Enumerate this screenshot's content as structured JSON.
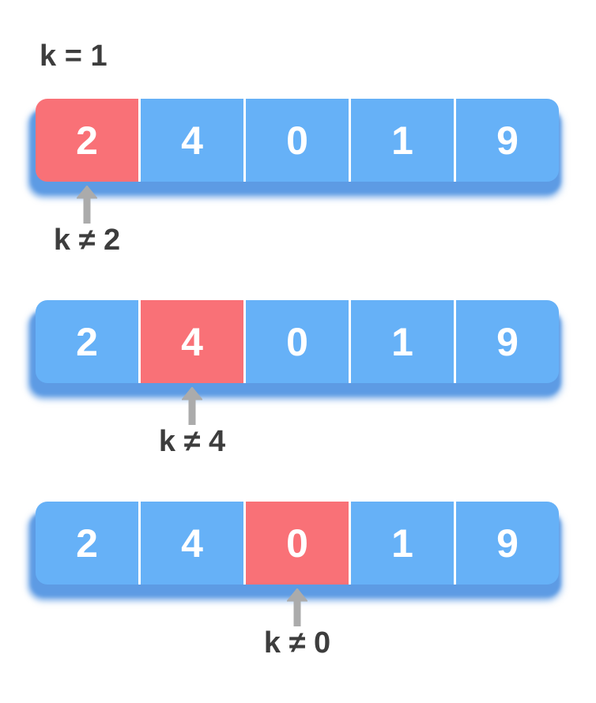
{
  "k_label": "k = 1",
  "array_values": [
    "2",
    "4",
    "0",
    "1",
    "9"
  ],
  "steps": [
    {
      "highlight_index": 0,
      "caption": "k ≠ 2"
    },
    {
      "highlight_index": 1,
      "caption": "k ≠ 4"
    },
    {
      "highlight_index": 2,
      "caption": "k ≠ 0"
    }
  ],
  "colors": {
    "cell_blue": "#66b1f7",
    "cell_red": "#f97177",
    "base_blue": "#5d9be4",
    "arrow_gray": "#ababab",
    "text_dark": "#3d3d3d",
    "value_white": "#ffffff"
  }
}
